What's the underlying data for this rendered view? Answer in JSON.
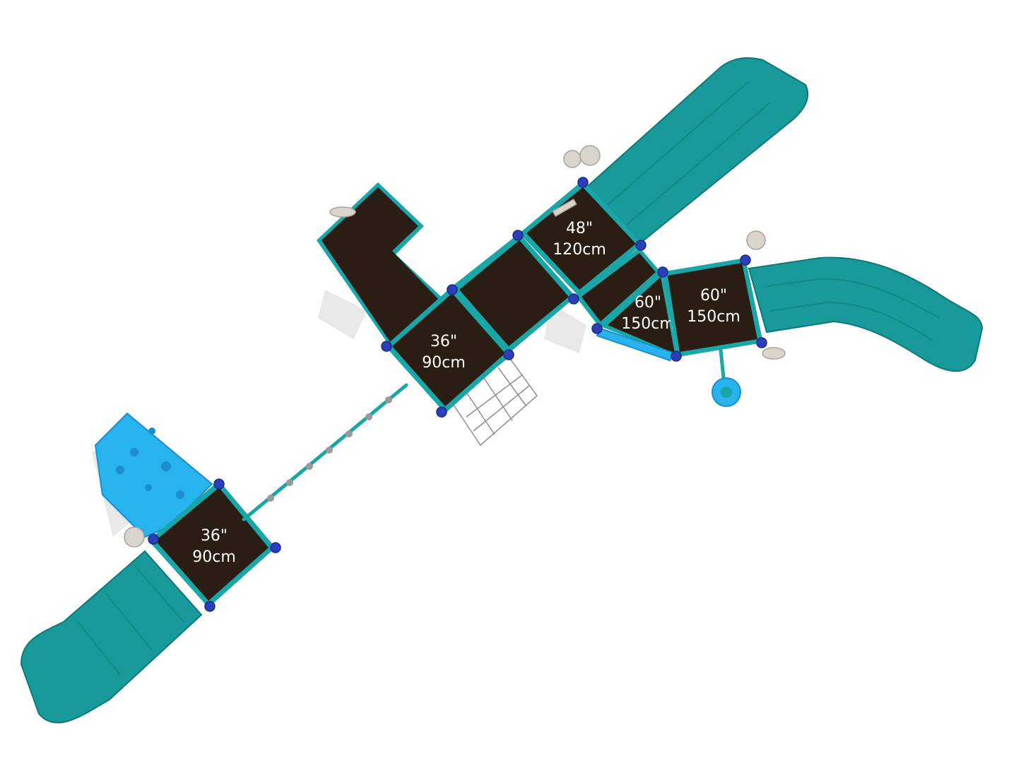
{
  "diagram": {
    "decks": [
      {
        "id": "deck-36-left",
        "height_in": "36\"",
        "height_cm": "90cm"
      },
      {
        "id": "deck-36-center",
        "height_in": "36\"",
        "height_cm": "90cm"
      },
      {
        "id": "deck-48",
        "height_in": "48\"",
        "height_cm": "120cm"
      },
      {
        "id": "deck-60-a",
        "height_in": "60\"",
        "height_cm": "150cm"
      },
      {
        "id": "deck-60-b",
        "height_in": "60\"",
        "height_cm": "150cm"
      }
    ],
    "components": [
      {
        "id": "slide-lower-left",
        "kind": "straight-slide"
      },
      {
        "id": "slide-upper-right",
        "kind": "straight-slide"
      },
      {
        "id": "slide-curved-right",
        "kind": "curved-slide"
      },
      {
        "id": "climbing-wall",
        "kind": "rock-wall-panel"
      },
      {
        "id": "horizontal-ladder",
        "kind": "overhead-ladder"
      },
      {
        "id": "chain-net-climber",
        "kind": "net-climber"
      },
      {
        "id": "spinner-seat",
        "kind": "spinner"
      },
      {
        "id": "step-deck",
        "kind": "stairs"
      }
    ],
    "colors": {
      "deck": "#2a1d14",
      "trim": "#1aa6a6",
      "slide": "#189a9a",
      "clamp": "#2a3fb8",
      "panel": "#26b3ee",
      "accessory": "#d9d4cc"
    }
  }
}
